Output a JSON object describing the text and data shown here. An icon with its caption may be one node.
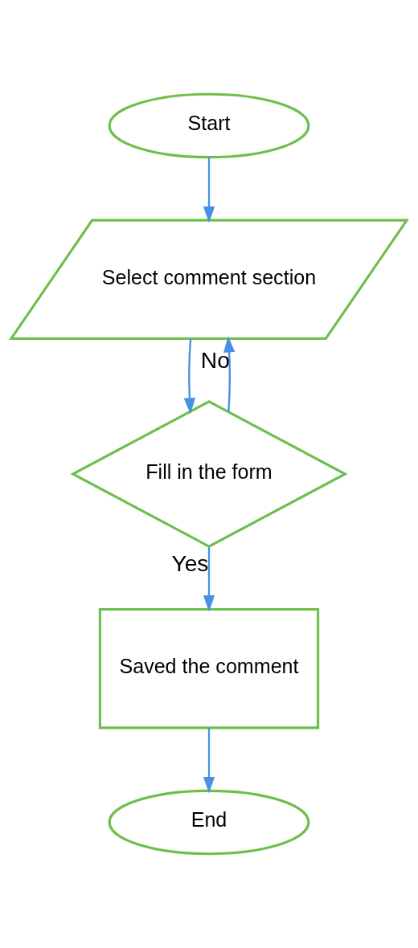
{
  "diagram": {
    "nodes": [
      {
        "text": [
          "Start"
        ]
      },
      {
        "text": [
          "Select comment section"
        ]
      },
      {
        "text": [
          "Fill in the form"
        ]
      },
      {
        "text": [
          "Saved the comment"
        ]
      },
      {
        "text": [
          "End"
        ]
      }
    ],
    "edges": [
      {
        "from": 0,
        "to": 1,
        "arrow": "to"
      },
      {
        "from": 1,
        "to": 2,
        "arrow": "to"
      },
      {
        "from": 2,
        "to": 1,
        "arrow": "to",
        "label": "No"
      },
      {
        "from": 2,
        "to": 3,
        "arrow": "to",
        "label": "Yes"
      },
      {
        "from": 3,
        "to": 4,
        "arrow": "to"
      }
    ]
  }
}
